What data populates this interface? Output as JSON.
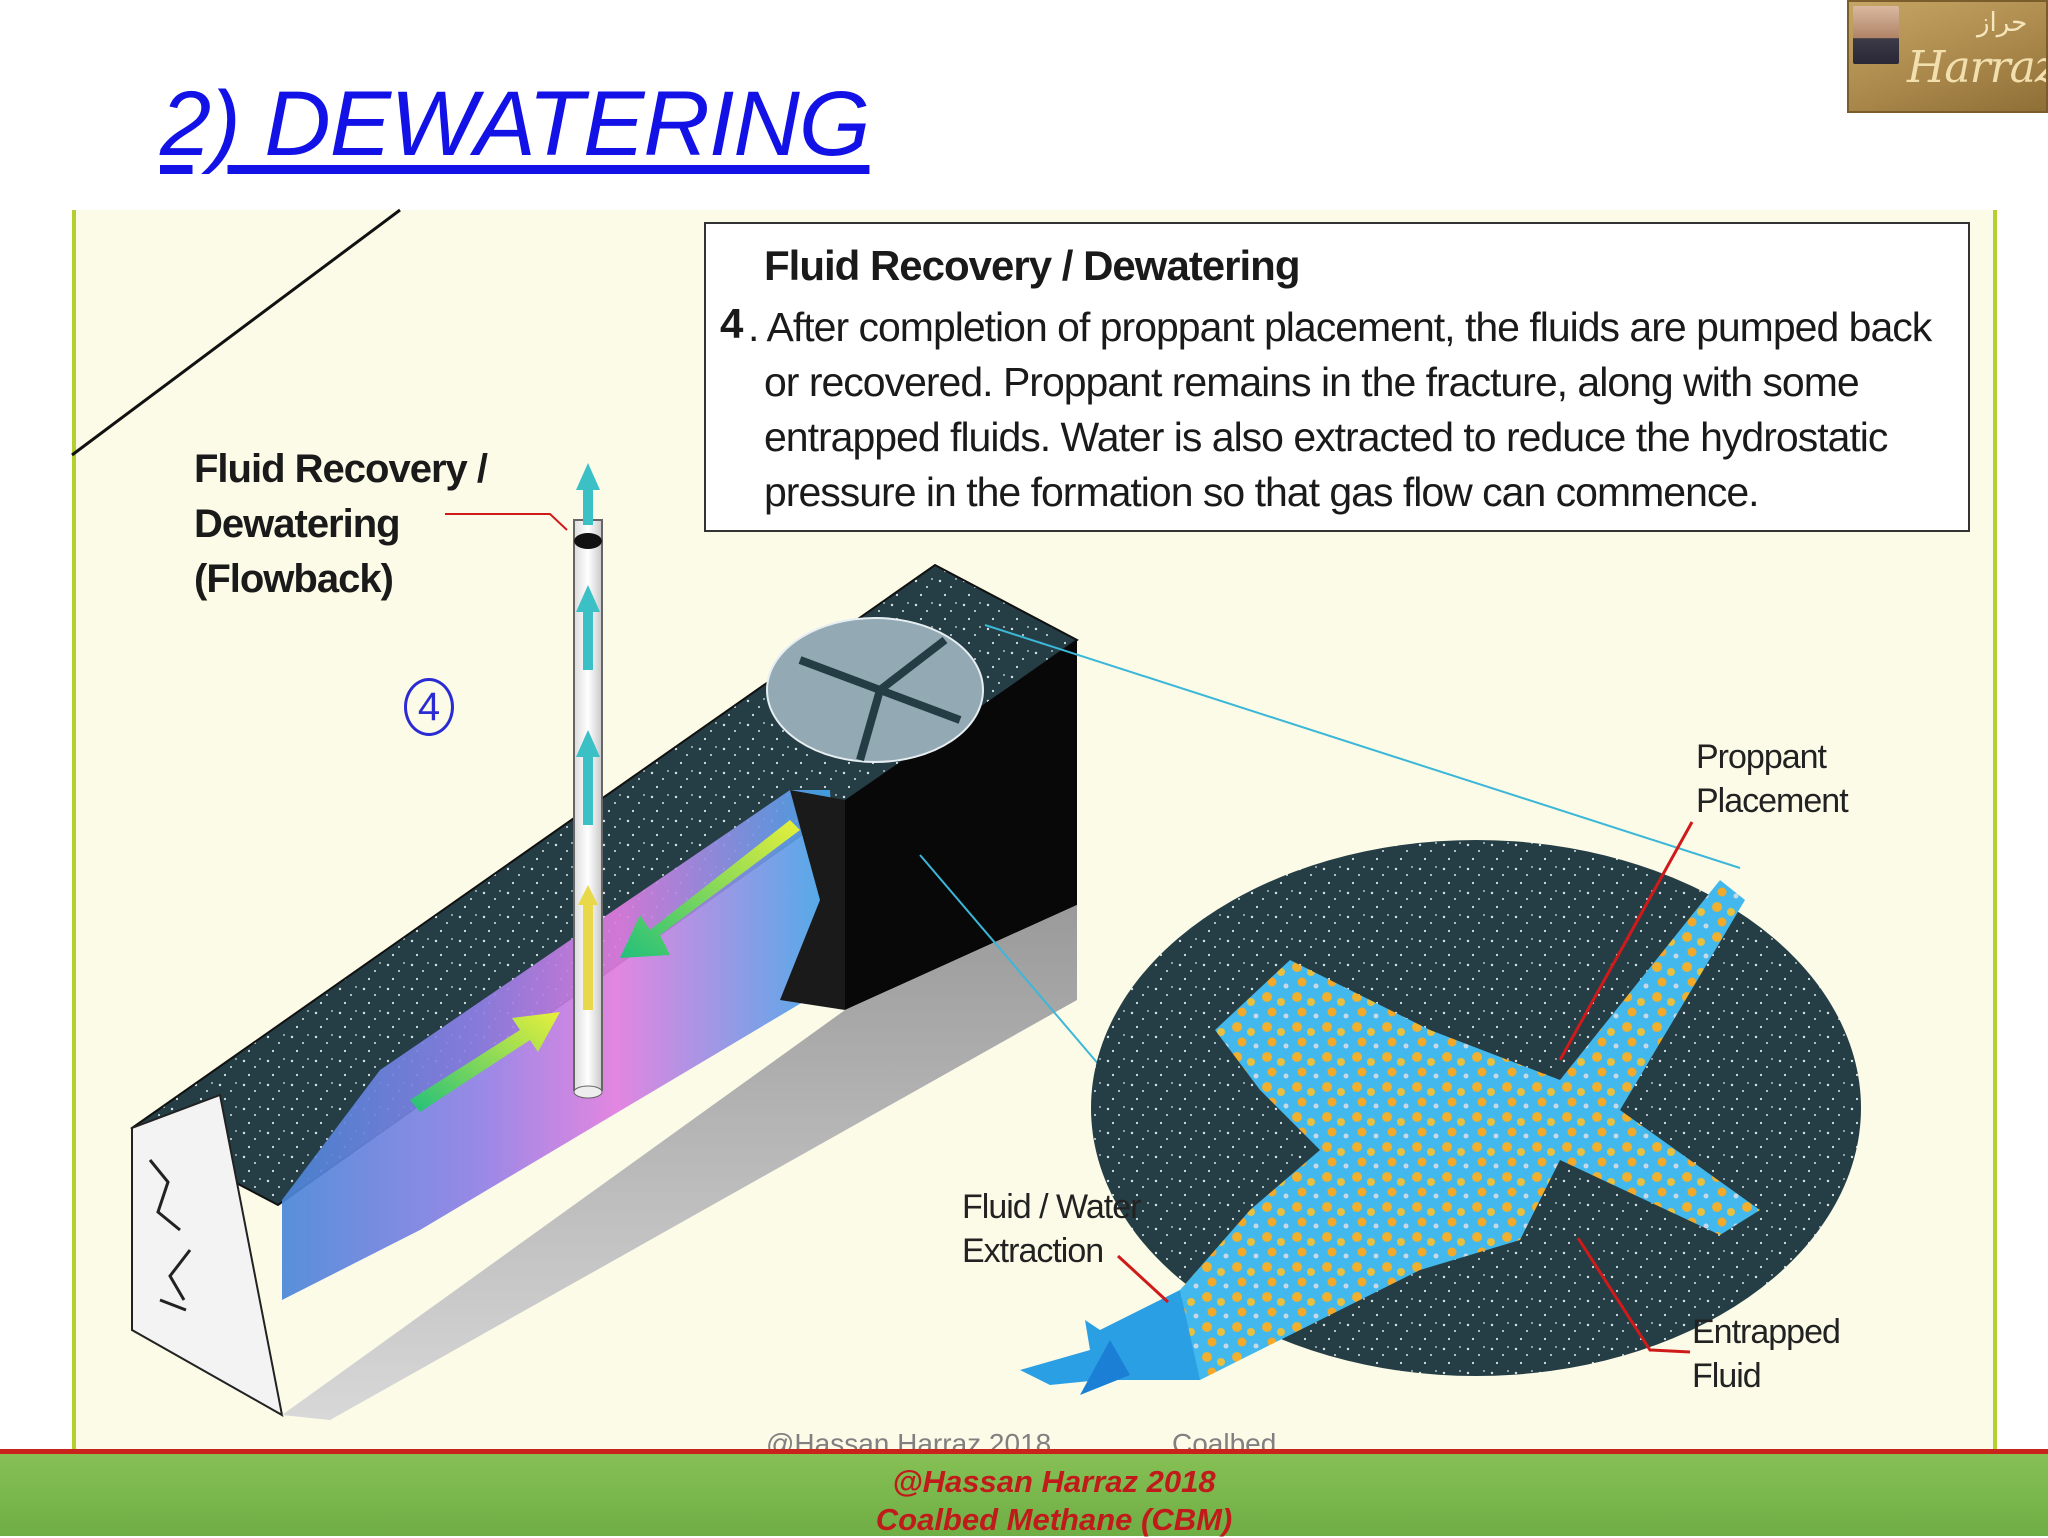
{
  "title": "2) DEWATERING",
  "logo": {
    "script": "Harraz",
    "arabic": "حراز"
  },
  "caption": {
    "heading": "Fluid Recovery / Dewatering",
    "number": "4",
    "lines": [
      ". After completion of proppant placement, the fluids are pumped back",
      "or recovered. Proppant remains in the fracture, along with some",
      "entrapped fluids. Water is also extracted to reduce the hydrostatic",
      "pressure in the formation so that gas flow can commence."
    ]
  },
  "stage_label": [
    "Fluid Recovery /",
    "Dewatering",
    "(Flowback)"
  ],
  "step_number": "4",
  "callouts": {
    "proppant": [
      "Proppant",
      "Placement"
    ],
    "fluid_water": [
      "Fluid / Water",
      "Extraction"
    ],
    "entrapped": [
      "Entrapped",
      "Fluid"
    ]
  },
  "footer": {
    "ghost_left": "@Hassan Harraz 2018",
    "ghost_right": "Coalbed",
    "line1": "@Hassan Harraz 2018",
    "line2": "Coalbed Methane (CBM)"
  },
  "colors": {
    "title": "#1212e6",
    "frame_border": "#b4cf30",
    "footer_bar": "#6fae45",
    "footer_text": "#c11a1a",
    "rock": "#243d44",
    "fracture_fluid": "#1ea7e6"
  }
}
